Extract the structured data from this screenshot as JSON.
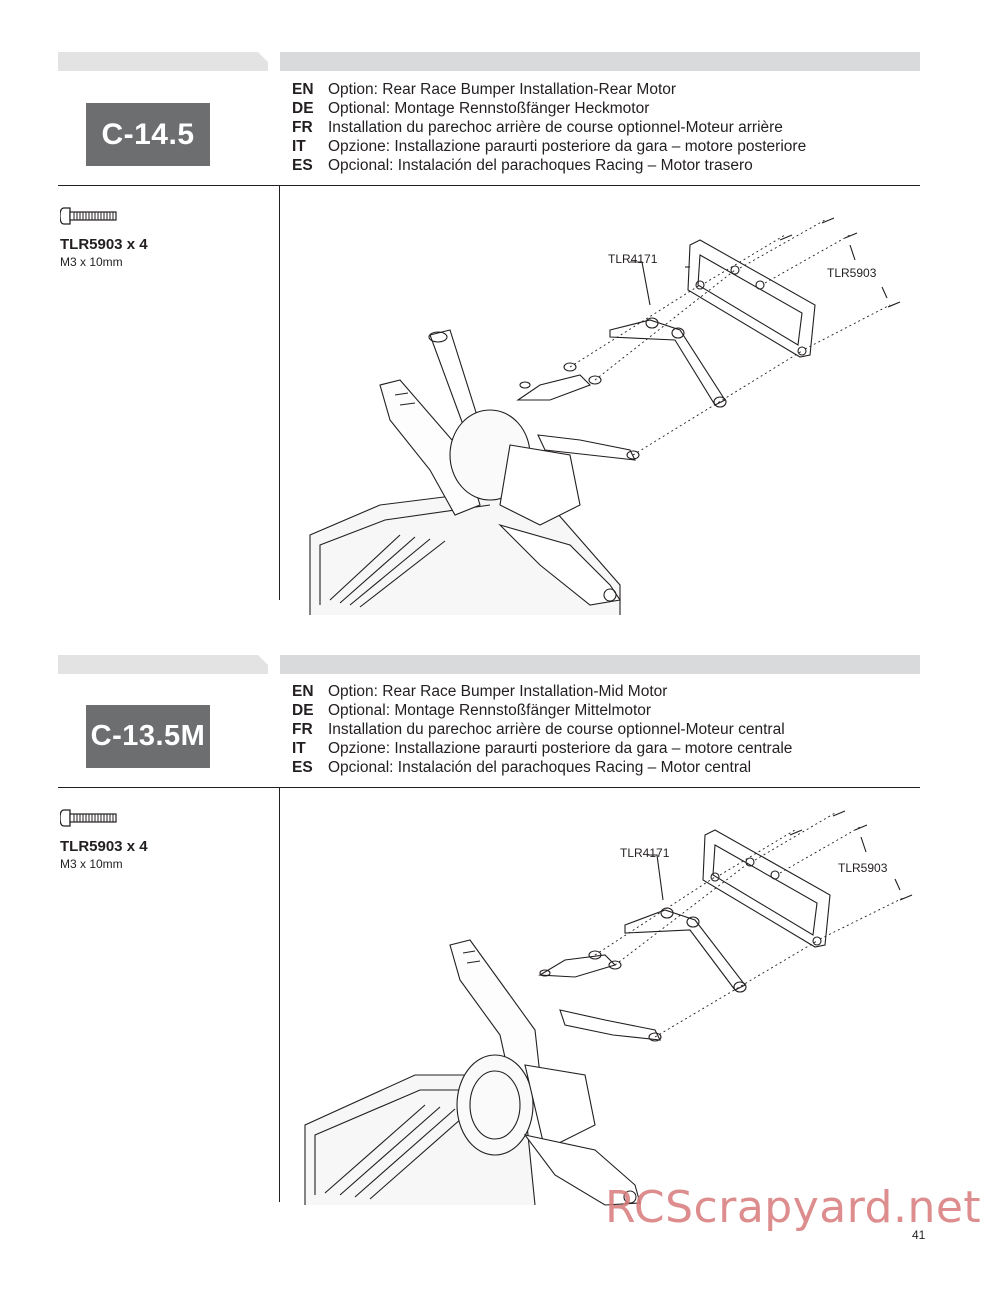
{
  "sections": [
    {
      "step": "C-14.5",
      "titles": [
        {
          "lang": "EN",
          "text": "Option: Rear Race Bumper Installation-Rear Motor"
        },
        {
          "lang": "DE",
          "text": "Optional: Montage Rennstoßfänger Heckmotor"
        },
        {
          "lang": "FR",
          "text": "Installation du parechoc arrière de course optionnel-Moteur arrière"
        },
        {
          "lang": "IT",
          "text": "Opzione: Installazione paraurti posteriore da gara – motore posteriore"
        },
        {
          "lang": "ES",
          "text": "Opcional: Instalación del parachoques Racing – Motor trasero"
        }
      ],
      "part": {
        "code": "TLR5903 x 4",
        "size": "M3 x 10mm",
        "icon": "screw-icon"
      },
      "callouts": [
        "TLR4171",
        "TLR5903"
      ]
    },
    {
      "step": "C-13.5M",
      "titles": [
        {
          "lang": "EN",
          "text": "Option: Rear Race Bumper Installation-Mid Motor"
        },
        {
          "lang": "DE",
          "text": "Optional: Montage Rennstoßfänger Mittelmotor"
        },
        {
          "lang": "FR",
          "text": "Installation du parechoc arrière de course optionnel-Moteur central"
        },
        {
          "lang": "IT",
          "text": "Opzione: Installazione paraurti posteriore da gara – motore centrale"
        },
        {
          "lang": "ES",
          "text": "Opcional: Instalación del parachoques Racing – Motor central"
        }
      ],
      "part": {
        "code": "TLR5903 x 4",
        "size": "M3 x 10mm",
        "icon": "screw-icon"
      },
      "callouts": [
        "TLR4171",
        "TLR5903"
      ]
    }
  ],
  "watermark": "RCScrapyard.net",
  "page_number": "41",
  "colors": {
    "step_box": "#6d6e70",
    "band_light": "#e3e3e4",
    "band_dark": "#d9dadb",
    "watermark": "#d87a7a"
  }
}
